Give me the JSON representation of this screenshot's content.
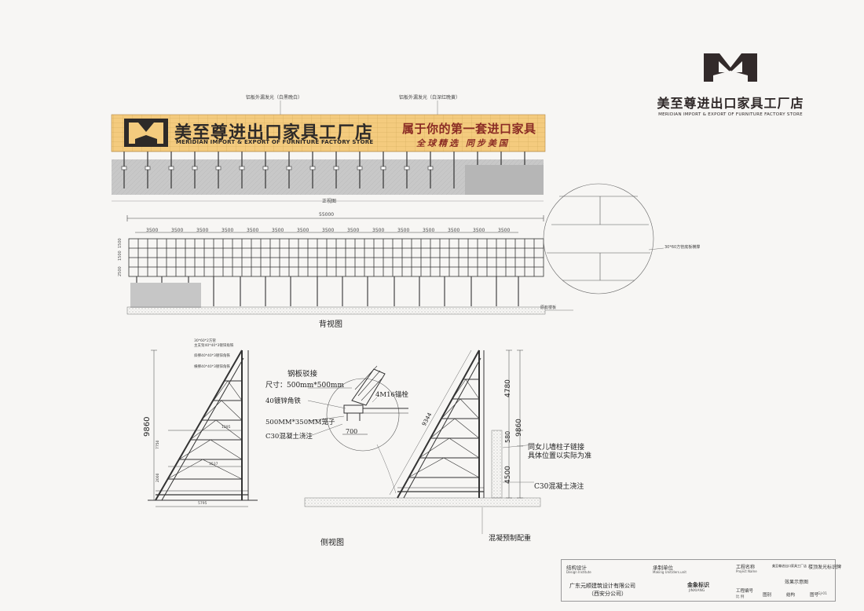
{
  "brand": {
    "title": "美至尊进出口家具工厂店",
    "subtitle": "MERIDIAN IMPORT & EXPORT OF FURNITURE FACTORY STORE"
  },
  "sign": {
    "cn_name": "美至尊进出口家具工厂店",
    "en_name": "MERIDIAN IMPORT & EXPORT OF FURNITURE FACTORY STORE",
    "slogan": "属于你的第一套进口家具",
    "slogan2": "全球精选  同步美国",
    "note_left": "铝板外漏发光（白黑晚白）",
    "note_right": "铝板外漏发光（白深红晚黄）",
    "front_view_label": "正视图"
  },
  "back_view": {
    "total_width": "55000",
    "bay_label": "3500",
    "label": "背视图",
    "roof_label": "原有楼板",
    "detail_label": "30*60方管底板横撑",
    "vertical_dims": [
      "2500",
      "1500",
      "1500"
    ]
  },
  "side_view": {
    "label": "侧视图",
    "legend": [
      "30*60*2方管",
      "主支架40*40*3镀锌角铁",
      "斜撑40*40*3镀锌角铁",
      "横撑40*40*3镀锌角铁"
    ],
    "height_left": "9860",
    "height_right": "9860",
    "dim_1295": "1295",
    "dim_3537": "3537",
    "dim_bottom": "5795",
    "dim_7750": "7750",
    "dim_2000": "2000",
    "detail_title": "钢板驳接",
    "detail_size": "尺寸：500mm*500mm",
    "detail_anchor": "4M16锚栓",
    "detail_angle": "40镀锌角铁",
    "detail_cage": "500MM*350MM笼子",
    "detail_concrete": "C30混凝土浇注",
    "detail_700": "700",
    "dim_9344": "9344",
    "dim_4780": "4780",
    "dim_580": "580",
    "dim_4500": "4500",
    "note_column_1": "同女儿墙柱子链接",
    "note_column_2": "具体位置以实际为准",
    "note_concrete": "C30混凝土浇注",
    "note_weight": "混凝预制配重"
  },
  "title_block": {
    "design_label": "结构设计",
    "design_label_en": "Design Institute",
    "design_company": "广东元顺建筑设计有限公司",
    "design_branch": "（西安分公司）",
    "maker_label": "承制单位",
    "maker_label_en": "Making Unit/ders.unit",
    "maker_name": "金象标识",
    "maker_name_en": "JINXIANG",
    "project_label": "工程名称",
    "project_label_en": "Project Name",
    "project_value": "楼顶发光标识牌",
    "project_brand": "美至尊进出口家具工厂店",
    "drawing_label": "效果示意图",
    "drawing_no_label": "工程编号",
    "col_figure": "图别",
    "col_structure": "结构",
    "col_no": "图号",
    "sheet_no": "GJ-01",
    "scale_label": "比 例"
  },
  "colors": {
    "sign_bg": "#f3c97a",
    "sign_dark": "#2e2a28",
    "slogan": "#8a2b24",
    "wall": "#c8c8c8"
  }
}
